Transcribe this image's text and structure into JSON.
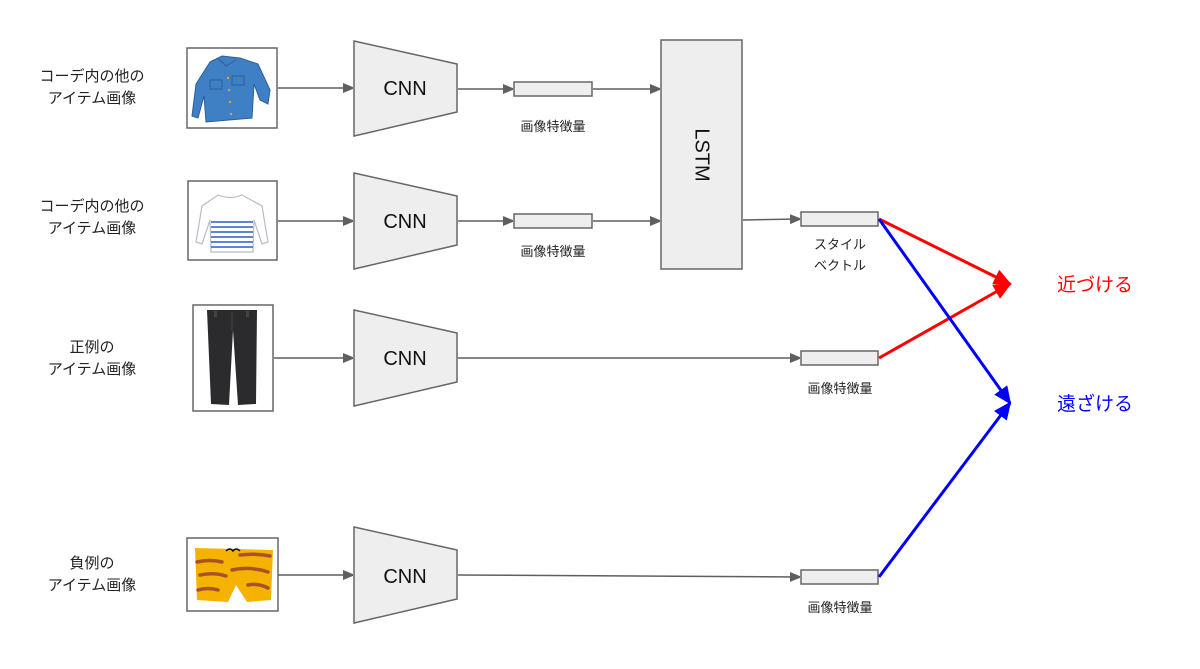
{
  "diagram": {
    "inputs": [
      {
        "line1": "コーデ内の他の",
        "line2": "アイテム画像",
        "icon": "denim-jacket-icon"
      },
      {
        "line1": "コーデ内の他の",
        "line2": "アイテム画像",
        "icon": "striped-sweater-icon"
      },
      {
        "line1": "正例の",
        "line2": "アイテム画像",
        "icon": "black-pants-icon"
      },
      {
        "line1": "負例の",
        "line2": "アイテム画像",
        "icon": "tiger-shorts-icon"
      }
    ],
    "cnn_label": "CNN",
    "lstm_label": "LSTM",
    "feature_label": "画像特徴量",
    "style_vector": {
      "line1": "スタイル",
      "line2": "ベクトル"
    },
    "outputs": {
      "pull": {
        "label": "近づける",
        "color": "#ff0000"
      },
      "push": {
        "label": "遠ざける",
        "color": "#0000ff"
      }
    },
    "colors": {
      "node_fill": "#eeeeee",
      "node_stroke": "#666666",
      "edge": "#5f5f5f"
    }
  }
}
